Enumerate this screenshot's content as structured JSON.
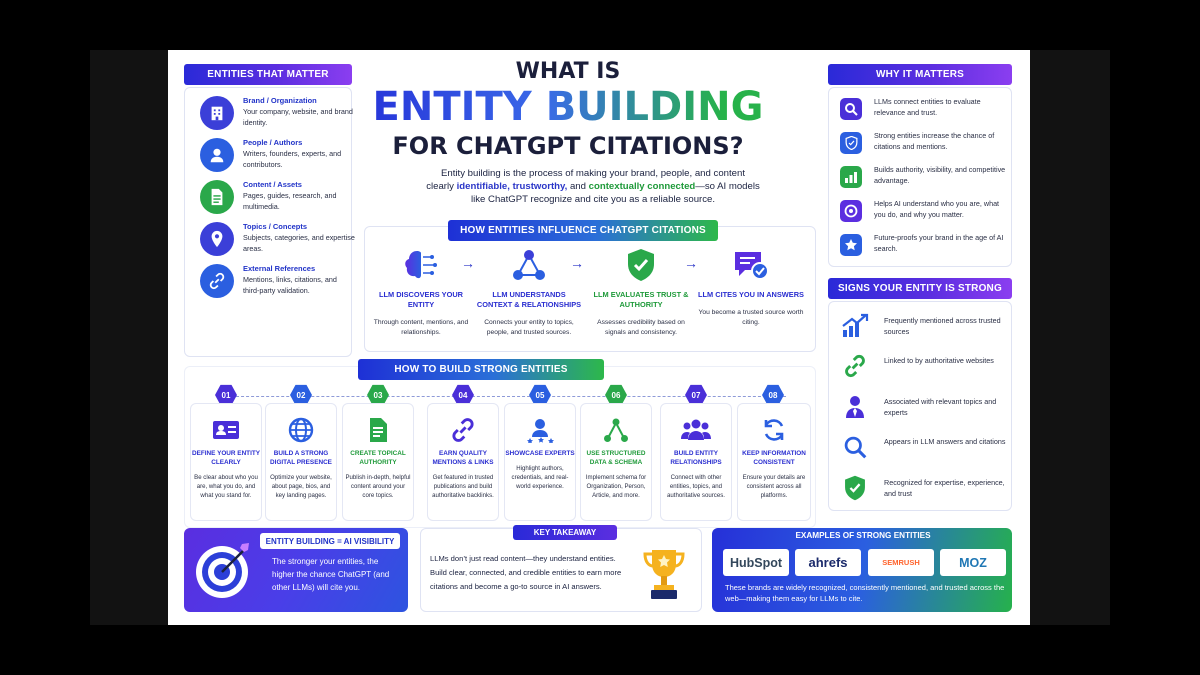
{
  "title": {
    "line1": "WHAT IS",
    "line2": "ENTITY BUILDING",
    "line3": "FOR CHATGPT CITATIONS?",
    "intro_a": "Entity building is the process of making your brand, people, and content",
    "intro_b1": "clearly ",
    "intro_b2": "identifiable, trustworthy,",
    "intro_b3": " and ",
    "intro_b4": "contextually connected",
    "intro_b5": "—so AI models",
    "intro_c": "like ChatGPT recognize and cite you as a reliable source."
  },
  "left": {
    "header": "ENTITIES THAT MATTER",
    "items": [
      {
        "title": "Brand / Organization",
        "desc": "Your company, website, and brand identity.",
        "icon": "building-icon",
        "color": "#3b3fd8"
      },
      {
        "title": "People / Authors",
        "desc": "Writers, founders, experts, and contributors.",
        "icon": "person-icon",
        "color": "#2b5fe0"
      },
      {
        "title": "Content / Assets",
        "desc": "Pages, guides, research, and multimedia.",
        "icon": "document-icon",
        "color": "#2aa84a"
      },
      {
        "title": "Topics / Concepts",
        "desc": "Subjects, categories, and expertise areas.",
        "icon": "location-pin-icon",
        "color": "#3b3fd8"
      },
      {
        "title": "External References",
        "desc": "Mentions, links, citations, and third-party validation.",
        "icon": "link-icon",
        "color": "#2b5fe0"
      }
    ]
  },
  "influence": {
    "header": "HOW ENTITIES INFLUENCE CHATGPT CITATIONS",
    "steps": [
      {
        "title": "LLM DISCOVERS YOUR ENTITY",
        "desc": "Through content, mentions, and relationships.",
        "icon": "brain-icon"
      },
      {
        "title": "LLM UNDERSTANDS CONTEXT & RELATIONSHIPS",
        "desc": "Connects your entity to topics, people, and trusted sources.",
        "icon": "network-icon"
      },
      {
        "title": "LLM EVALUATES TRUST & AUTHORITY",
        "desc": "Assesses credibility based on signals and consistency.",
        "icon": "shield-check-icon"
      },
      {
        "title": "LLM CITES YOU IN ANSWERS",
        "desc": "You become a trusted source worth citing.",
        "icon": "chat-check-icon"
      }
    ]
  },
  "build": {
    "header": "HOW TO BUILD STRONG ENTITIES",
    "steps": [
      {
        "num": "01",
        "title": "DEFINE YOUR ENTITY CLEARLY",
        "desc": "Be clear about who you are, what you do, and what you stand for.",
        "icon": "id-card-icon",
        "color": "#4a2fd8"
      },
      {
        "num": "02",
        "title": "BUILD A STRONG DIGITAL PRESENCE",
        "desc": "Optimize your website, about page, bios, and key landing pages.",
        "icon": "globe-icon",
        "color": "#2b5fe0"
      },
      {
        "num": "03",
        "title": "CREATE TOPICAL AUTHORITY",
        "desc": "Publish in-depth, helpful content around your core topics.",
        "icon": "document-icon",
        "color": "#2aa84a"
      },
      {
        "num": "04",
        "title": "EARN QUALITY MENTIONS & LINKS",
        "desc": "Get featured in trusted publications and build authoritative backlinks.",
        "icon": "link-icon",
        "color": "#4a2fd8"
      },
      {
        "num": "05",
        "title": "SHOWCASE EXPERTS",
        "desc": "Highlight authors, credentials, and real-world experience.",
        "icon": "expert-icon",
        "color": "#2b5fe0"
      },
      {
        "num": "06",
        "title": "USE STRUCTURED DATA & SCHEMA",
        "desc": "Implement schema for Organization, Person, Article, and more.",
        "icon": "schema-icon",
        "color": "#2aa84a"
      },
      {
        "num": "07",
        "title": "BUILD ENTITY RELATIONSHIPS",
        "desc": "Connect with other entities, topics, and authoritative sources.",
        "icon": "group-icon",
        "color": "#4a2fd8"
      },
      {
        "num": "08",
        "title": "KEEP INFORMATION CONSISTENT",
        "desc": "Ensure your details are consistent across all platforms.",
        "icon": "refresh-icon",
        "color": "#2b5fe0"
      }
    ]
  },
  "why": {
    "header": "WHY IT MATTERS",
    "items": [
      {
        "desc": "LLMs connect entities to evaluate relevance and trust.",
        "icon": "search-icon"
      },
      {
        "desc": "Strong entities increase the chance of citations and mentions.",
        "icon": "shield-check-icon"
      },
      {
        "desc": "Builds authority, visibility, and competitive advantage.",
        "icon": "bar-chart-icon"
      },
      {
        "desc": "Helps AI understand who you are, what you do, and why you matter.",
        "icon": "target-icon"
      },
      {
        "desc": "Future-proofs your brand in the age of AI search.",
        "icon": "star-icon"
      }
    ]
  },
  "signs": {
    "header": "SIGNS YOUR ENTITY IS STRONG",
    "items": [
      {
        "desc": "Frequently mentioned across trusted sources",
        "icon": "growth-chart-icon"
      },
      {
        "desc": "Linked to by authoritative websites",
        "icon": "link-icon"
      },
      {
        "desc": "Associated with relevant topics and experts",
        "icon": "expert-icon"
      },
      {
        "desc": "Appears in LLM answers and citations",
        "icon": "search-icon"
      },
      {
        "desc": "Recognized for expertise, experience, and trust",
        "icon": "shield-check-icon"
      }
    ]
  },
  "visibility": {
    "header": "ENTITY BUILDING = AI VISIBILITY",
    "desc": "The stronger your entities, the higher the chance ChatGPT (and other LLMs) will cite you.",
    "icon": "target-arrow-icon"
  },
  "takeaway": {
    "header": "KEY TAKEAWAY",
    "line1": "LLMs don’t just read content—they understand entities.",
    "line2": "Build clear, connected, and credible entities to earn more",
    "line3": "citations and become a go-to source in AI answers.",
    "icon": "trophy-icon"
  },
  "examples": {
    "header": "EXAMPLES OF STRONG ENTITIES",
    "logos": [
      "HubSpot",
      "ahrefs",
      "SEMRUSH",
      "MOZ"
    ],
    "desc": "These brands are widely recognized, consistently mentioned, and trusted across the web—making them easy for LLMs to cite."
  },
  "colors": {
    "blue": "#2b36c8",
    "purple": "#5b2ee0",
    "green": "#2db84a",
    "hubspot": "#ff7a59",
    "semrush": "#ff642d",
    "moz": "#1f77b4"
  }
}
